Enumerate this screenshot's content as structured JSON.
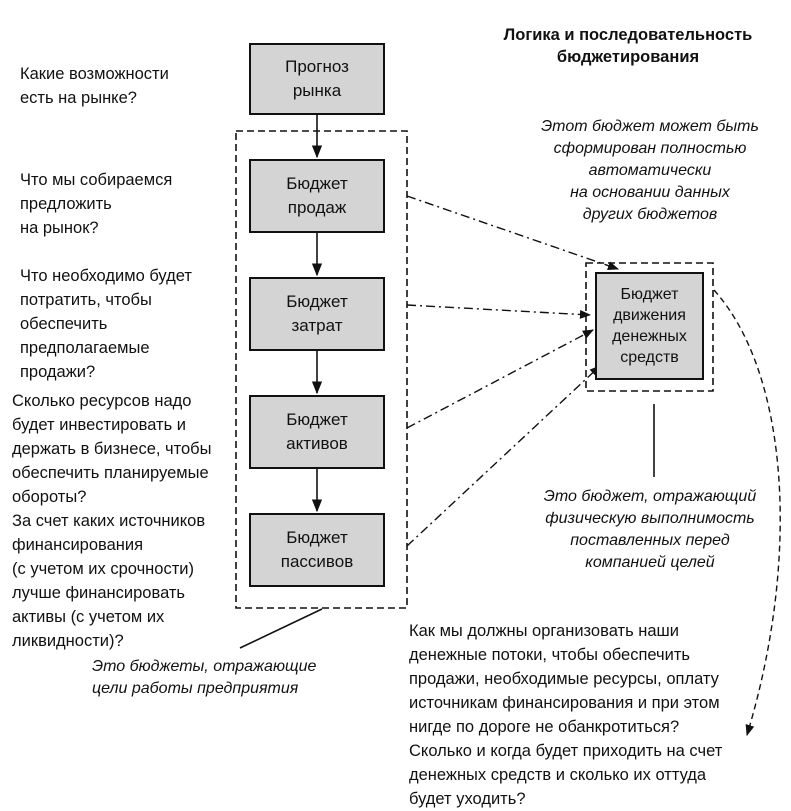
{
  "title": "Логика и последовательность\nбюджетирования",
  "boxes": {
    "market_forecast": "Прогноз\nрынка",
    "sales": "Бюджет\nпродаж",
    "costs": "Бюджет\nзатрат",
    "assets": "Бюджет\nактивов",
    "liabilities": "Бюджет\nпассивов",
    "cash_flow": "Бюджет\nдвижения\nденежных\nсредств"
  },
  "questions": {
    "q1": "Какие возможности\nесть на рынке?",
    "q2": "Что мы собираемся\nпредложить\nна рынок?",
    "q3": "Что необходимо будет\nпотратить, чтобы\nобеспечить\nпредполагаемые\nпродажи?",
    "q4": "Сколько ресурсов надо\nбудет инвестировать и\nдержать в бизнесе, чтобы\nобеспечить планируемые\nобороты?",
    "q5": "За счет каких источников\nфинансирования\n(с учетом их срочности)\nлучше финансировать\nактивы (с учетом их\nликвидности)?",
    "q6": "Как мы должны организовать наши\nденежные потоки, чтобы обеспечить\nпродажи, необходимые ресурсы, оплату\nисточникам финансирования и при этом\nнигде по дороге не обанкротиться?\nСколько и когда будет приходить на счет\nденежных средств и сколько их оттуда\nбудет уходить?"
  },
  "notes": {
    "auto": "Этот бюджет может быть\nсформирован полностью\nавтоматически\nна основании данных\nдругих бюджетов",
    "physical": "Это бюджет, отражающий\nфизическую выполнимость\nпоставленных перед\nкомпанией целей",
    "goals": "Это бюджеты, отражающие\nцели работы предприятия"
  }
}
